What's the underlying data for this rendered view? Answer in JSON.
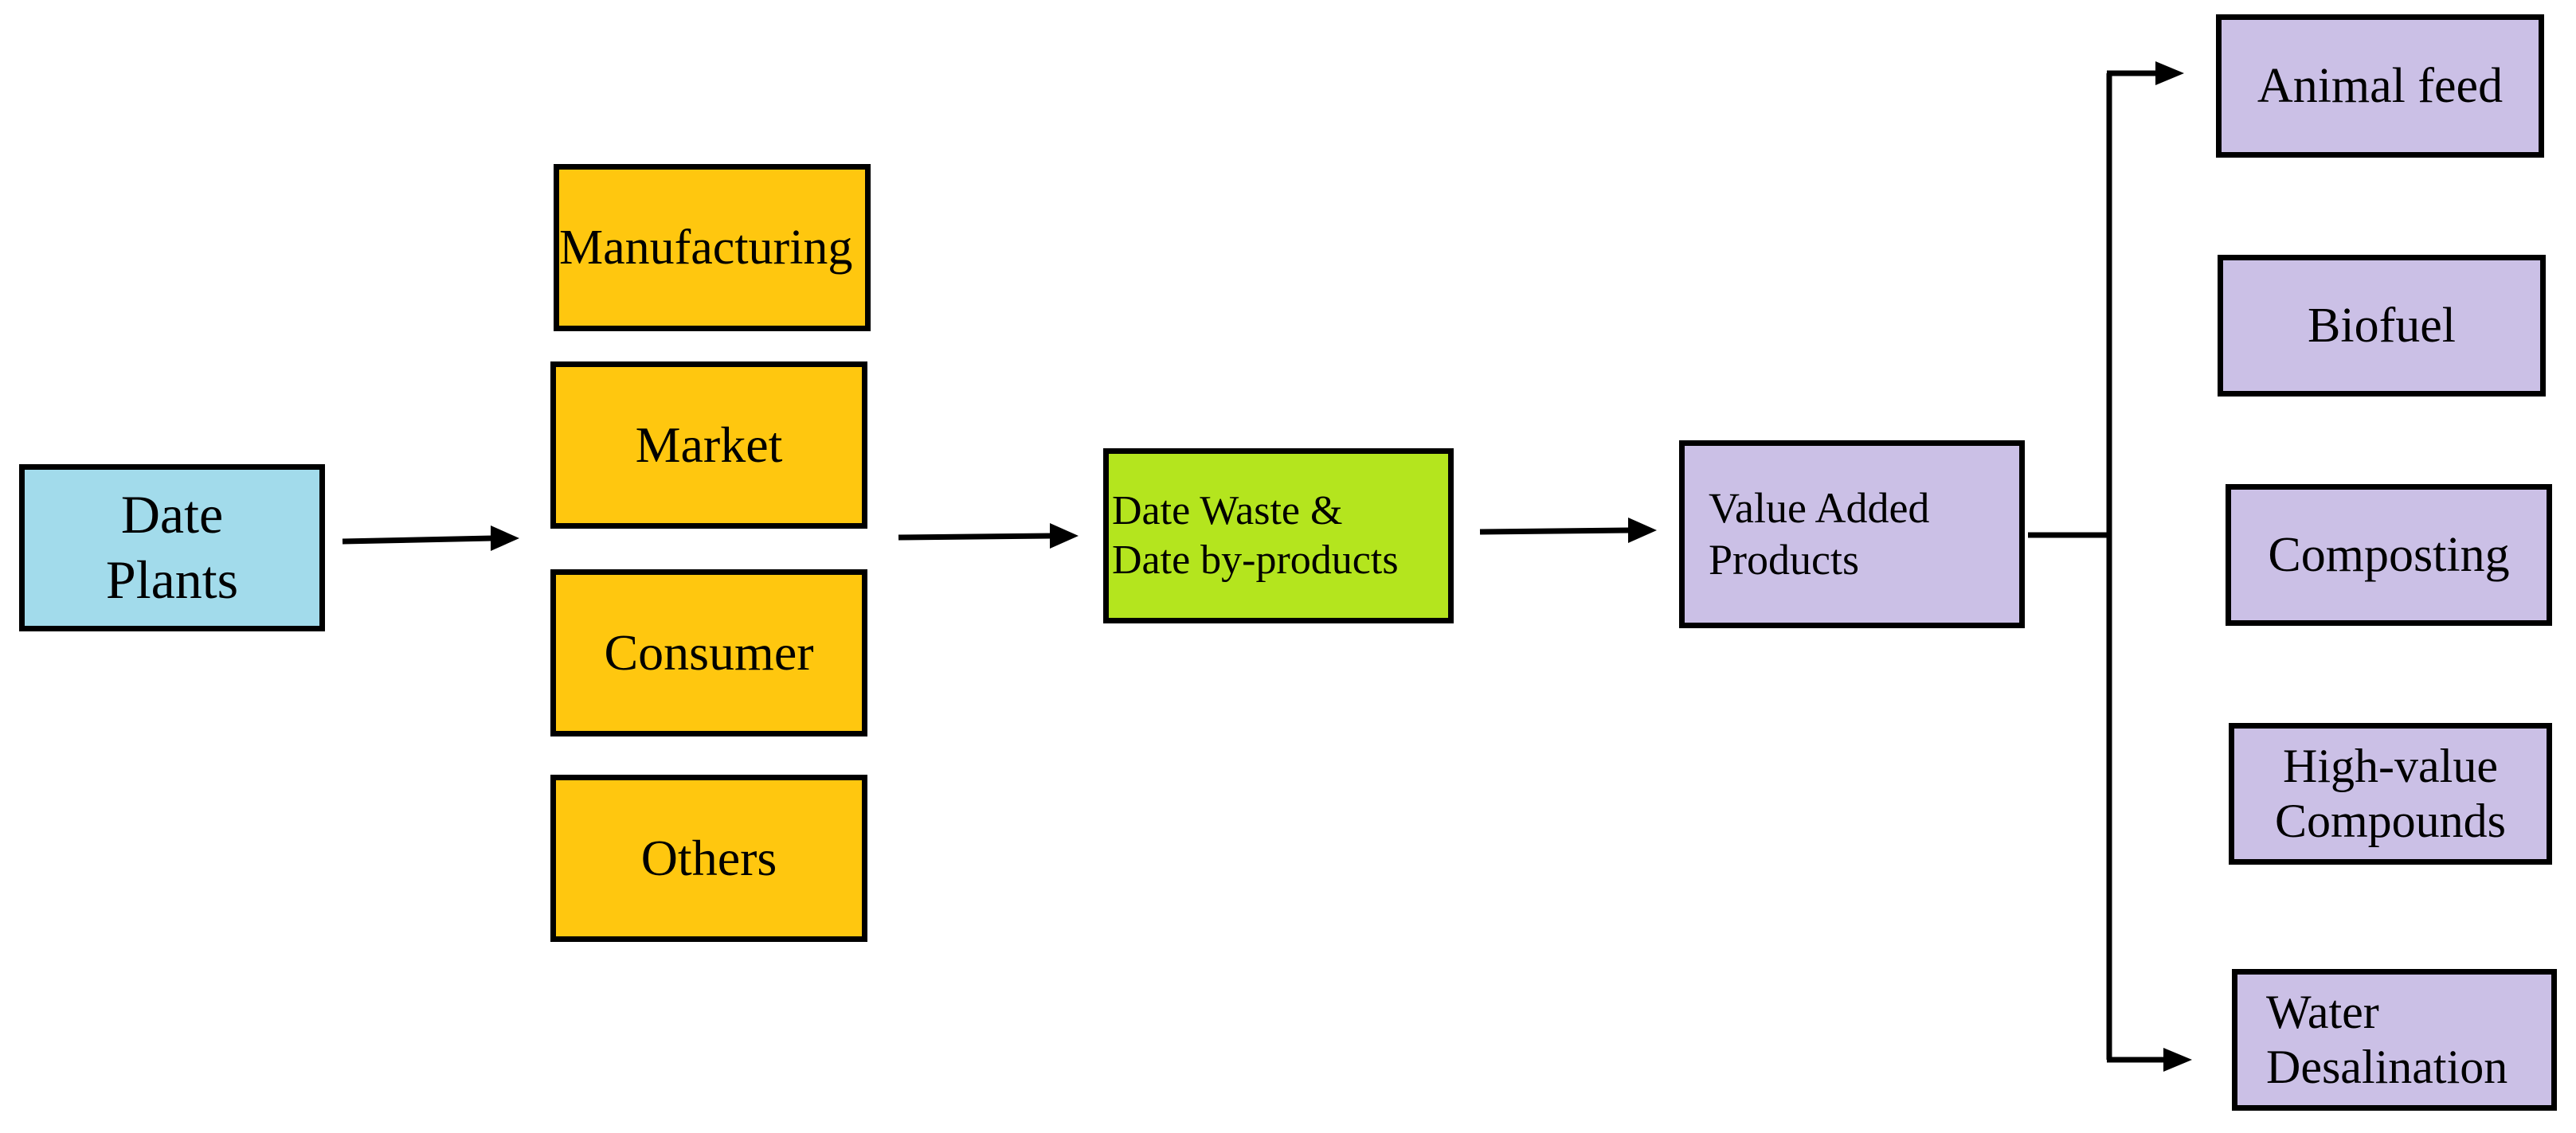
{
  "diagram": {
    "source": {
      "label": "Date\nPlants",
      "color": "#a2dbeb"
    },
    "stages": [
      {
        "id": "manufacturing",
        "label": "Manufacturing",
        "color": "#ffc70f"
      },
      {
        "id": "market",
        "label": "Market",
        "color": "#ffc70f"
      },
      {
        "id": "consumer",
        "label": "Consumer",
        "color": "#ffc70f"
      },
      {
        "id": "others",
        "label": "Others",
        "color": "#ffc70f"
      }
    ],
    "waste": {
      "label": "Date Waste &\nDate by-products",
      "color": "#b4e51e"
    },
    "value_added": {
      "label": "Value Added\nProducts",
      "color": "#cbc0e6"
    },
    "outputs": [
      {
        "id": "animal-feed",
        "label": "Animal feed",
        "color": "#cbc0e6"
      },
      {
        "id": "biofuel",
        "label": "Biofuel",
        "color": "#cbc0e6"
      },
      {
        "id": "composting",
        "label": "Composting",
        "color": "#cbc0e6"
      },
      {
        "id": "high-value-compounds",
        "label": "High-value\nCompounds",
        "color": "#cbc0e6"
      },
      {
        "id": "water-desalination",
        "label": "Water\nDesalination",
        "color": "#cbc0e6"
      }
    ],
    "line_color": "#000000"
  }
}
